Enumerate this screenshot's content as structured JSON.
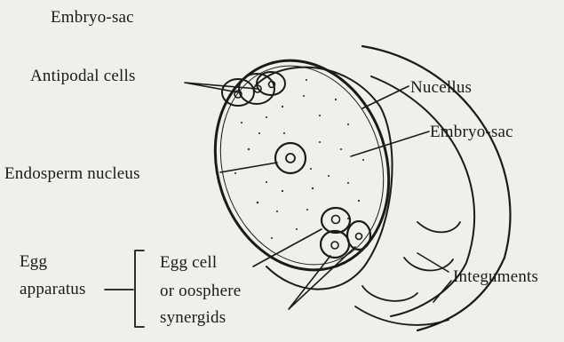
{
  "title": "Embryo-sac",
  "labels": {
    "antipodal_cells": "Antipodal cells",
    "nucellus": "Nucellus",
    "embryo_sac": "Embryo-sac",
    "endosperm_nucleus": "Endosperm nucleus",
    "egg_apparatus_line1": "Egg",
    "egg_apparatus_line2": "apparatus",
    "egg_cell_line1": "Egg cell",
    "egg_cell_line2": "or oosphere",
    "synergids": "synergids",
    "integuments": "Integuments"
  }
}
